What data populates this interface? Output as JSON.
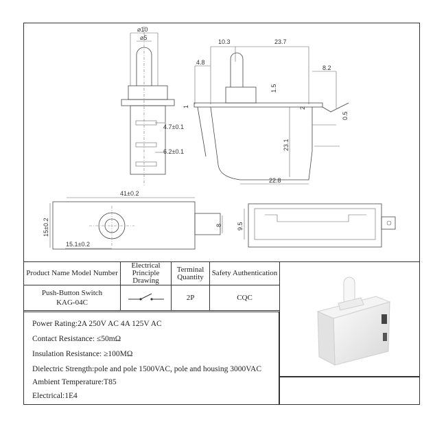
{
  "drawing": {
    "dims": {
      "top_width": "⌀10",
      "plunger": "⌀5",
      "d10_3": "10.3",
      "d23_7": "23.7",
      "d4_8": "4.8",
      "d8_2": "8.2",
      "d1_5": "1.5",
      "d2": "2",
      "d1": "1",
      "d0_5": "0.5",
      "d4_7": "4.7±0.1",
      "d6_2": "6.2±0.1",
      "d23_1": "23.1",
      "d22_8": "22.8",
      "d41": "41±0.2",
      "d15": "15±0.2",
      "d15_1": "15.1±0.2",
      "d8": "8",
      "d9_5": "9.5"
    }
  },
  "table": {
    "headers": {
      "product": "Product Name Model Number",
      "electrical": "Electrical Principle Drawing",
      "terminal": "Terminal Quantity",
      "safety": "Safety Authentication"
    },
    "row": {
      "product_name": "Push-Button Switch",
      "model": "KAG-04C",
      "terminal": "2P",
      "safety": "CQC"
    }
  },
  "specs": [
    "Power Rating:2A 250V AC  4A 125V AC",
    "Contact Resistance: ≤50mΩ",
    "Insulation Resistance: ≥100MΩ",
    "Dielectric Strength:pole and pole 1500VAC, pole and housing 3000VAC",
    "Ambient Temperature:T85",
    "Electrical:1E4"
  ]
}
